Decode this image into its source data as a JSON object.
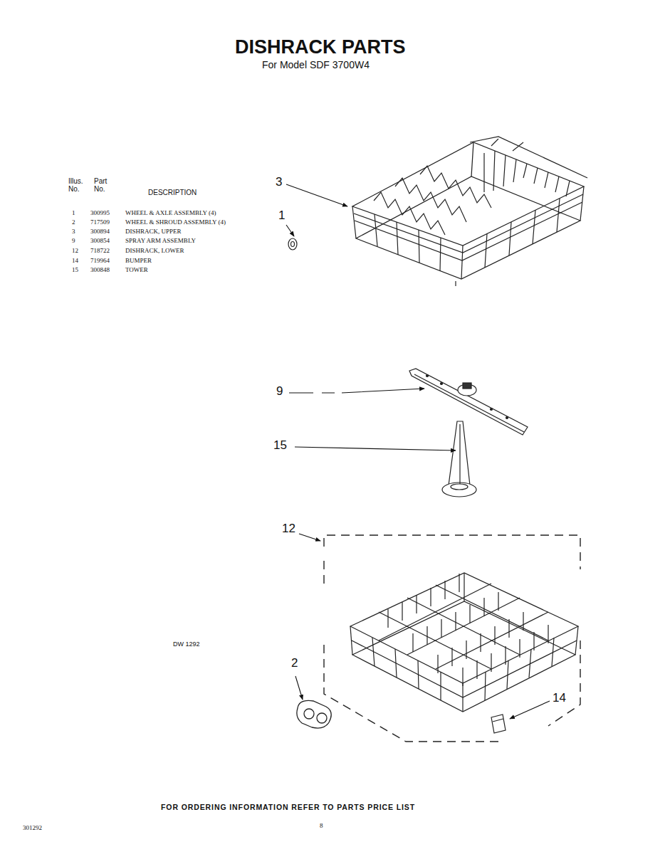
{
  "diagram": {
    "title": "DISHRACK PARTS",
    "labels": [
      "For Model SDF 3700W4",
      "Illus. No.",
      "Part No.",
      "DESCRIPTION",
      "1",
      "300995",
      "WHEEL & AXLE ASSEMBLY (4)",
      "2",
      "717509",
      "WHEEL & SHROUD ASSEMBLY (4)",
      "3",
      "300894",
      "DISHRACK, UPPER",
      "9",
      "300854",
      "SPRAY ARM ASSEMBLY",
      "12",
      "718722",
      "DISHRACK, LOWER",
      "14",
      "719964",
      "BUMPER",
      "15",
      "300848",
      "TOWER",
      "3",
      "1",
      "9",
      "15",
      "12",
      "2",
      "14",
      "DW 1292",
      "FOR ORDERING INFORMATION REFER TO PARTS PRICE LIST",
      "301292",
      "8"
    ]
  }
}
